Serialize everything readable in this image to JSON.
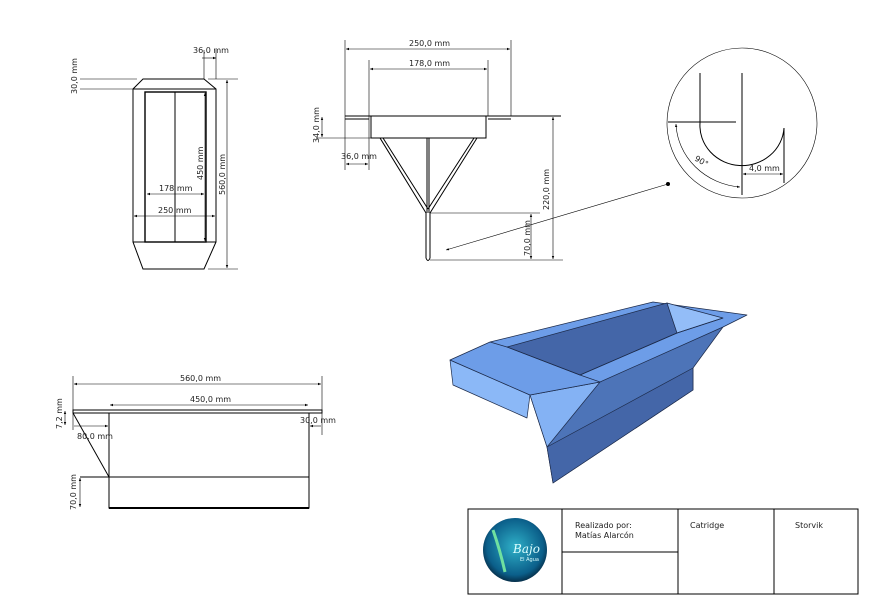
{
  "top_view": {
    "dims": {
      "flange": "36,0 mm",
      "top": "30,0 mm",
      "length_inner": "450 mm",
      "length_total": "560,0 mm",
      "width_inner": "178 mm",
      "width_outer": "250 mm"
    }
  },
  "front_view": {
    "dims": {
      "width_outer": "250,0 mm",
      "width_inner": "178,0 mm",
      "flange_height": "34,0 mm",
      "flange_width": "36,0 mm",
      "height_total": "220,0 mm",
      "stem": "70,0 mm"
    }
  },
  "detail": {
    "dims": {
      "angle": "90°",
      "radius": "4,0 mm"
    }
  },
  "side_view": {
    "dims": {
      "length_total": "560,0 mm",
      "length_inner": "450,0 mm",
      "flange_h": "7,2 mm",
      "offset": "80,0 mm",
      "end": "30,0 mm",
      "bottom": "70,0 mm"
    }
  },
  "model": {
    "colors": {
      "light": "#7fb0f5",
      "mid": "#5b8ee0",
      "dark": "#4466a8"
    }
  },
  "title_block": {
    "logo_text": "Bajo El Agua",
    "made_by_label": "Realizado por:",
    "author": "Matías Alarcón",
    "part": "Catridge",
    "project": "Storvik"
  }
}
